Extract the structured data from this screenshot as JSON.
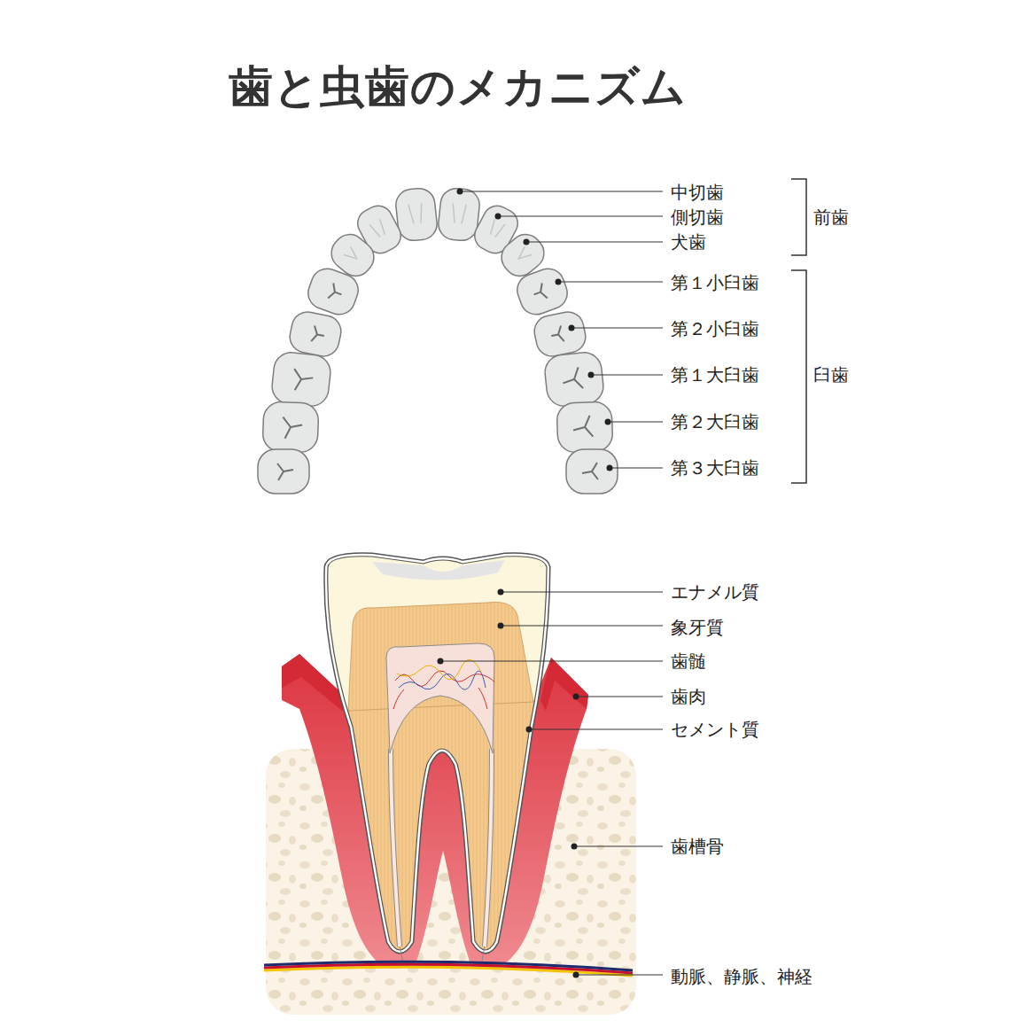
{
  "diagram": {
    "title": "歯と虫歯のメカニズム",
    "labels": [
      "中切歯",
      "側切歯",
      "犬歯",
      "第１小臼歯",
      "第２小臼歯",
      "第１大臼歯",
      "第２大臼歯",
      "第３大臼歯",
      "前歯",
      "臼歯",
      "エナメル質",
      "象牙質",
      "歯髄",
      "歯肉",
      "セメント質",
      "歯槽骨",
      "動脈、静脈、神経"
    ]
  }
}
